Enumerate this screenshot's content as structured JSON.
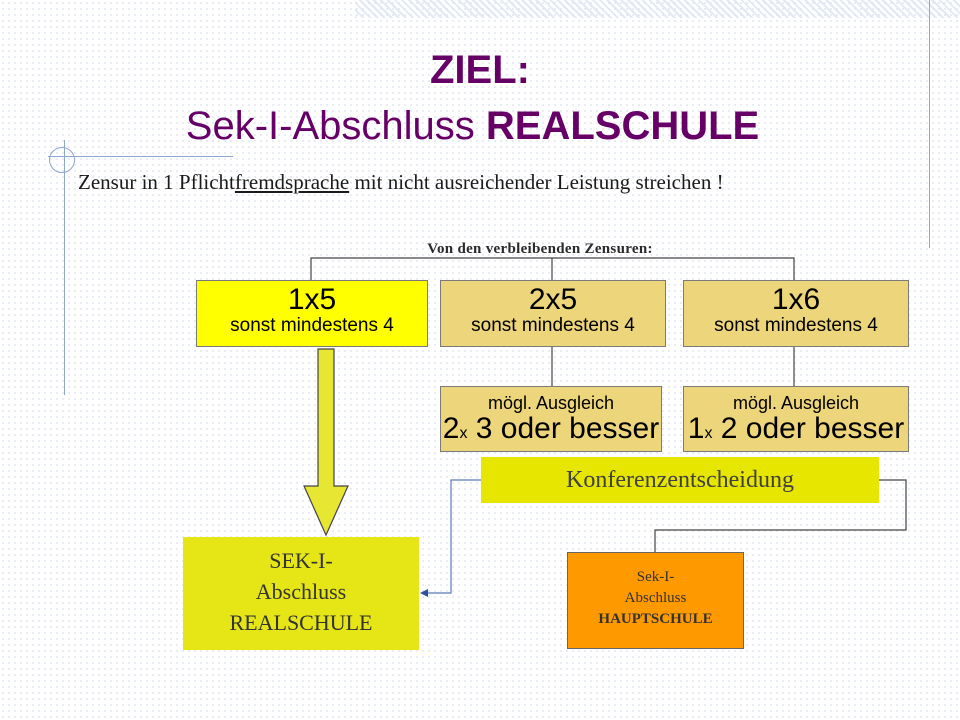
{
  "title": {
    "line1": "ZIEL:",
    "line2_prefix": "Sek-I-Abschluss ",
    "line2_bold": "REALSCHULE"
  },
  "subtitle": {
    "before": "Zensur in 1 Pflicht",
    "underlined": "fremdsprache",
    "after": " mit nicht ausreichender Leistung streichen !"
  },
  "header_label": "Von den  verbleibenden Zensuren:",
  "options": [
    {
      "big": "1x5",
      "small": "sonst mindestens 4",
      "color": "#ffff00"
    },
    {
      "big": "2x5",
      "small": "sonst mindestens 4",
      "color": "#ecd57a"
    },
    {
      "big": "1x6",
      "small": "sonst mindestens 4",
      "color": "#ecd57a"
    }
  ],
  "ausgleich": [
    {
      "line1": "mögl. Ausgleich",
      "num": "2",
      "x": "x",
      "rest": " 3 oder besser"
    },
    {
      "line1": "mögl. Ausgleich",
      "num": "1",
      "x": "x",
      "rest": " 2 oder besser"
    }
  ],
  "konferenz": "Konferenzentscheidung",
  "real": {
    "line1": "SEK-I-",
    "line2": "Abschluss",
    "line3": "REALSCHULE"
  },
  "haupt": {
    "line1": "Sek-I-",
    "line2": "Abschluss",
    "line3": "HAUPTSCHULE"
  },
  "colors": {
    "title": "#660066",
    "yellow": "#ffff00",
    "tan": "#ecd57a",
    "konferenz": "#e6e600",
    "real": "#e6e617",
    "haupt": "#ff9900",
    "arrow": "#e6e633"
  }
}
